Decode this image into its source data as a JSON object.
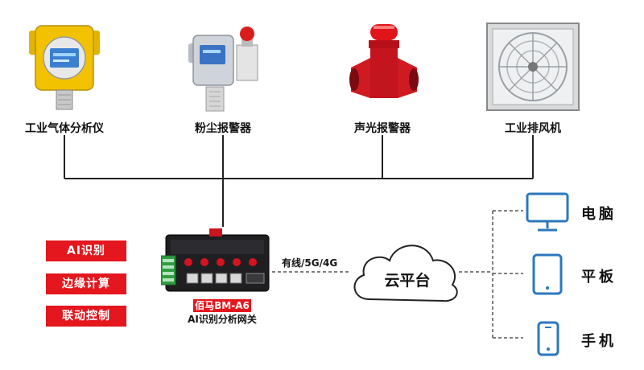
{
  "devices": [
    {
      "label": "工业气体分析仪"
    },
    {
      "label": "粉尘报警器"
    },
    {
      "label": "声光报警器"
    },
    {
      "label": "工业排风机"
    }
  ],
  "features": [
    "AI识别",
    "边缘计算",
    "联动控制"
  ],
  "gateway": {
    "name": "佰马BM-A6",
    "description": "AI识别分析网关"
  },
  "connection_label": "有线/5G/4G",
  "cloud_label": "云平台",
  "clients": [
    {
      "label": "电脑",
      "icon": "monitor-icon"
    },
    {
      "label": "平板",
      "icon": "tablet-icon"
    },
    {
      "label": "手机",
      "icon": "phone-icon"
    }
  ],
  "colors": {
    "accent_red": "#e3171d",
    "client_icon_blue": "#2a78bd",
    "device_yellow": "#f2c200"
  }
}
